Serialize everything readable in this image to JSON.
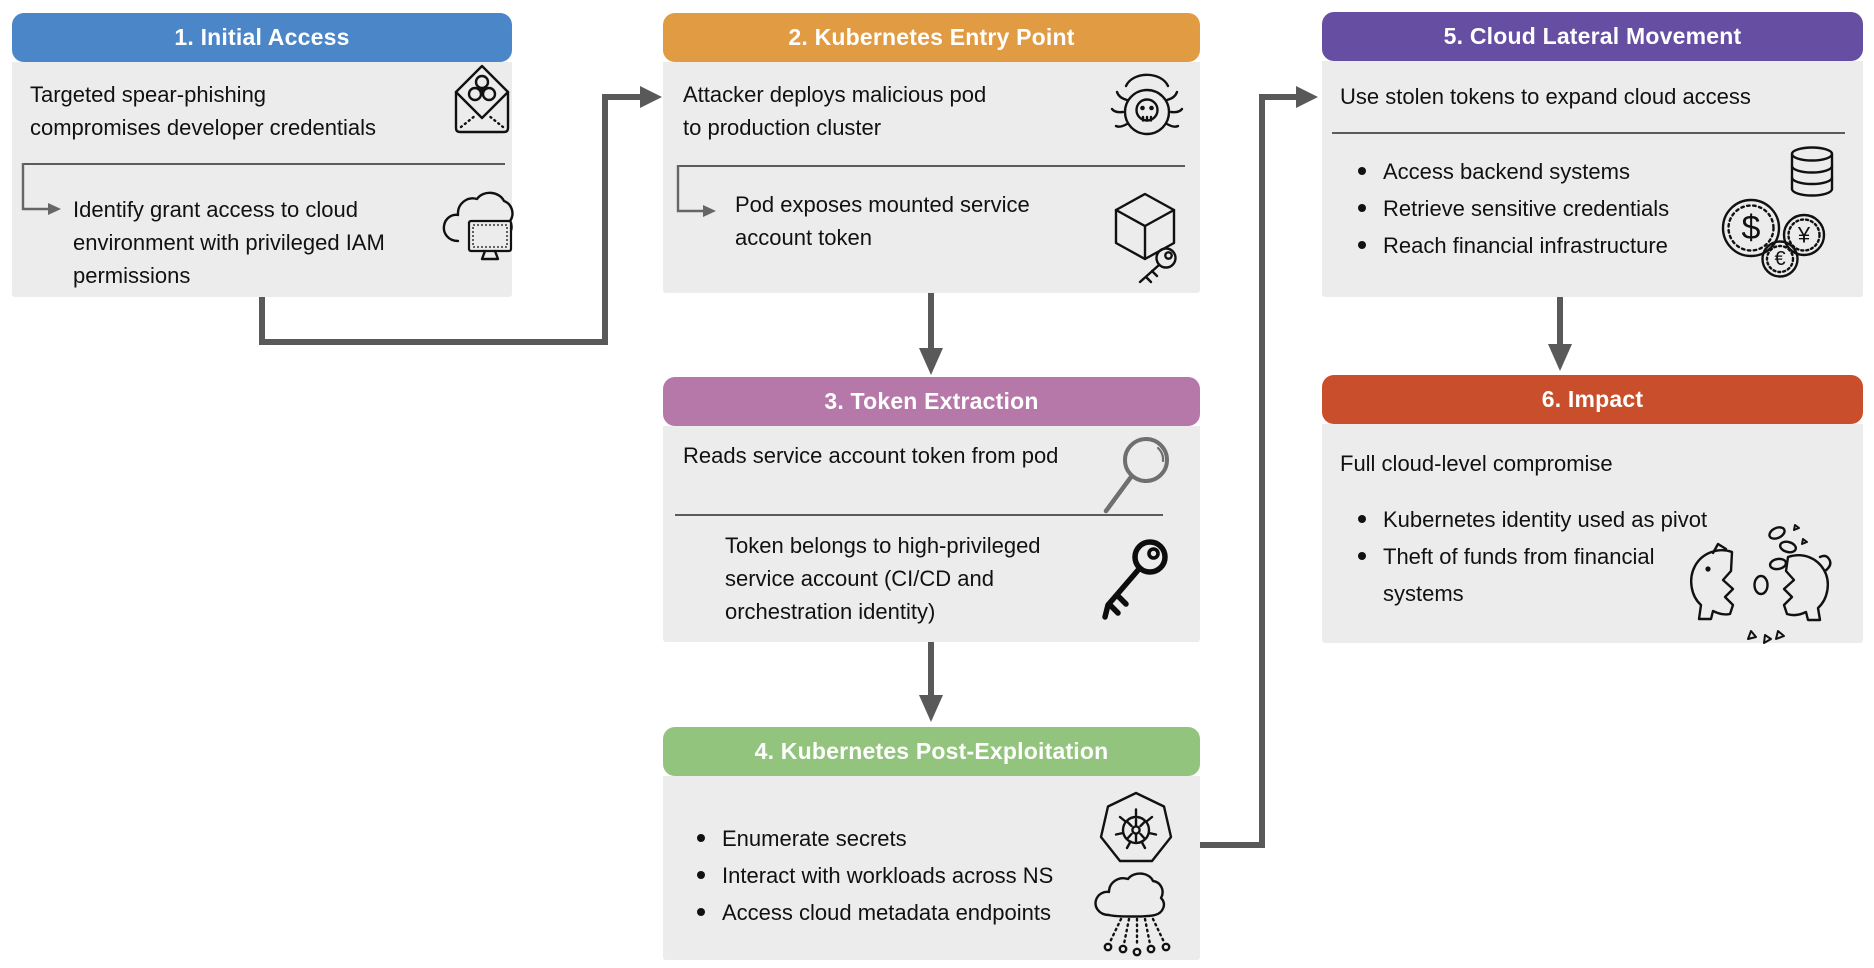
{
  "colors": {
    "arrow": "#595959",
    "body_bg": "#ececec",
    "divider": "#5b5b5b"
  },
  "boxes": {
    "initial_access": {
      "title": "1. Initial Access",
      "color": "#4a86c8",
      "main_lines": [
        "Targeted spear-phishing",
        "compromises developer credentials"
      ],
      "main_icon": "biohazard-envelope-icon",
      "sub_lines": [
        "Identify grant access to cloud",
        "environment with privileged IAM",
        "permissions"
      ],
      "sub_icon": "cloud-workstation-icon"
    },
    "kubernetes_entry": {
      "title": "2. Kubernetes Entry Point",
      "color": "#e19b43",
      "main_lines": [
        "Attacker deploys malicious pod",
        "to production cluster"
      ],
      "main_icon": "malicious-pod-bug-icon",
      "sub_lines": [
        "Pod exposes mounted service",
        "account token"
      ],
      "sub_icon": "pod-cube-key-icon"
    },
    "token_extraction": {
      "title": "3. Token Extraction",
      "color": "#b678a8",
      "main_lines": [
        "Reads service account token from pod"
      ],
      "main_icon": "magnifier-icon",
      "sub_lines": [
        "Token belongs to high-privileged",
        "service account (CI/CD and",
        "orchestration identity)"
      ],
      "sub_icon": "privileged-key-icon"
    },
    "post_exploitation": {
      "title": "4. Kubernetes Post-Exploitation",
      "color": "#93c47d",
      "bullets": [
        "Enumerate secrets",
        "Interact with workloads across NS",
        "Access cloud metadata endpoints"
      ],
      "icons": [
        "kubernetes-helm-icon",
        "cloud-metadata-icon"
      ]
    },
    "lateral_movement": {
      "title": "5. Cloud Lateral Movement",
      "color": "#664fa3",
      "main_lines": [
        "Use stolen tokens to expand cloud access"
      ],
      "bullets": [
        "Access backend systems",
        "Retrieve sensitive credentials",
        "Reach financial infrastructure"
      ],
      "icons": [
        "database-icon",
        "currency-coins-icon"
      ],
      "coins": {
        "dollar": "$",
        "yen": "¥",
        "euro": "€"
      }
    },
    "impact": {
      "title": "6. Impact",
      "color": "#c94e2b",
      "main_lines": [
        "Full cloud-level compromise"
      ],
      "bullet_lines": [
        [
          "Kubernetes identity used as pivot"
        ],
        [
          "Theft of funds from financial",
          "systems"
        ]
      ],
      "icon": "broken-piggy-bank-icon"
    }
  }
}
